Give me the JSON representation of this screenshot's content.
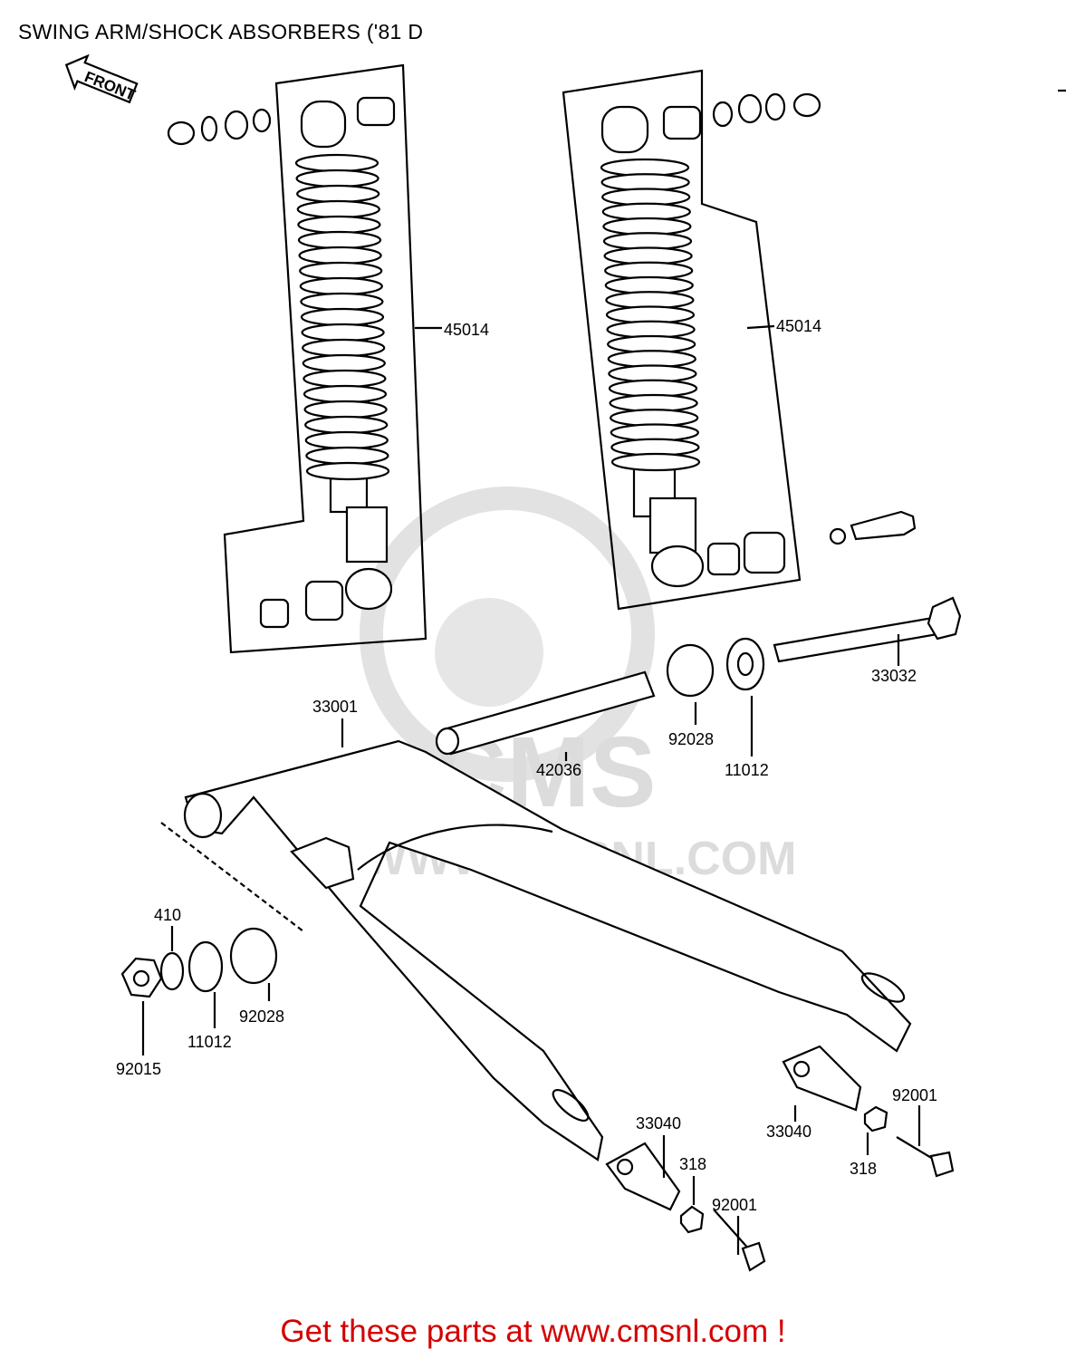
{
  "title": "SWING ARM/SHOCK ABSORBERS ('81 D",
  "footer": "Get these parts at www.cmsnl.com !",
  "front_marker": "FRONT",
  "watermark": {
    "brand": "CMS",
    "url": "WWW.CMSNL.COM"
  },
  "parts": [
    {
      "id": "shock-left",
      "label": "45014"
    },
    {
      "id": "shock-right",
      "label": "45014"
    },
    {
      "id": "bolt-axle",
      "label": "33032"
    },
    {
      "id": "swingarm",
      "label": "33001"
    },
    {
      "id": "pivot-tube",
      "label": "42036"
    },
    {
      "id": "bushing-right",
      "label": "92028"
    },
    {
      "id": "seal-right",
      "label": "11012"
    },
    {
      "id": "washer",
      "label": "410"
    },
    {
      "id": "bushing-left",
      "label": "92028"
    },
    {
      "id": "seal-left",
      "label": "11012"
    },
    {
      "id": "nut-pivot",
      "label": "92015"
    },
    {
      "id": "adjuster-left",
      "label": "33040"
    },
    {
      "id": "nut-left",
      "label": "318"
    },
    {
      "id": "bolt-left",
      "label": "92001"
    },
    {
      "id": "adjuster-right",
      "label": "33040"
    },
    {
      "id": "bolt-right",
      "label": "92001"
    },
    {
      "id": "nut-right",
      "label": "318"
    }
  ],
  "colors": {
    "footer": "#d40000",
    "line": "#000000",
    "watermark": "#dcdcdc"
  }
}
